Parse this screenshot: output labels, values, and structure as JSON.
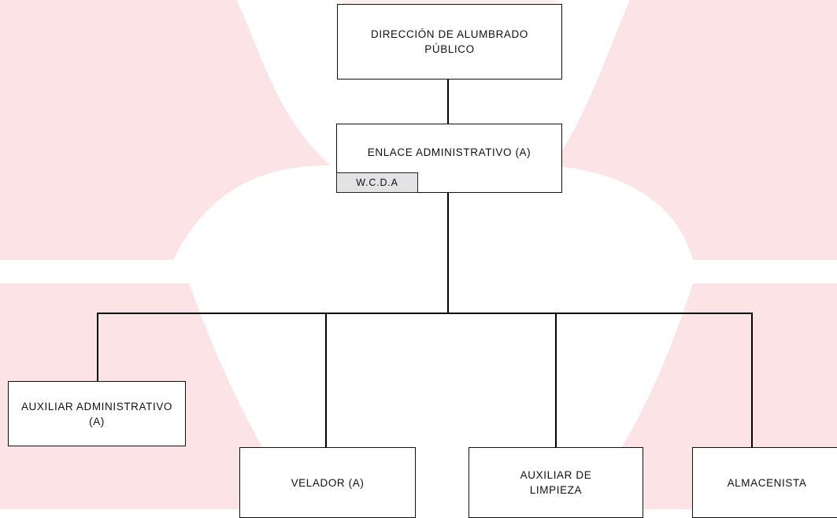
{
  "colors": {
    "background": "#ffffff",
    "watermark": "#fbe3e6",
    "box_border": "#111111",
    "tag_fill": "#e3e3e6"
  },
  "org": {
    "director": "DIRECCIÓN DE ALUMBRADO PÚBLICO",
    "liaison": "ENLACE ADMINISTRATIVO (A)",
    "liaison_tag": "W.C.D.A",
    "assistant_admin": "AUXILIAR ADMINISTRATIVO (A)",
    "night_guard": "VELADOR (A)",
    "cleaning": "AUXILIAR DE LIMPIEZA",
    "warehouse": "ALMACENISTA"
  }
}
